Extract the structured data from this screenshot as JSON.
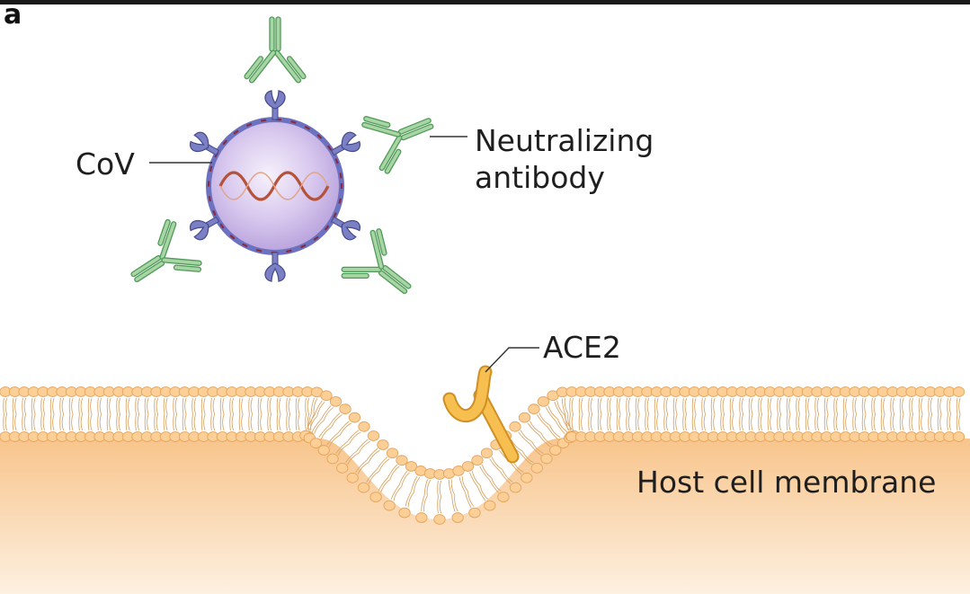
{
  "panel_label": "a",
  "labels": {
    "virus": "CoV",
    "antibody_line1": "Neutralizing",
    "antibody_line2": "antibody",
    "receptor": "ACE2",
    "membrane": "Host cell membrane"
  },
  "colors": {
    "antibody_fill": "#a8d5a3",
    "antibody_stroke": "#4f9a5a",
    "spike_fill": "#7b7fc4",
    "spike_stroke": "#44488c",
    "virus_core": "#c9b6e4",
    "virus_envelope": "#6c72c0",
    "rna": "#b5533a",
    "membrane_head": "#fbcf96",
    "membrane_head_stroke": "#e5a45b",
    "cytoplasm": "#fbd8ad",
    "ace2_fill": "#f6bf4f",
    "ace2_stroke": "#cf8f22"
  },
  "icons": [
    "coronavirus-particle",
    "antibody-y-shape",
    "spike-protein",
    "ace2-receptor",
    "lipid-bilayer"
  ]
}
